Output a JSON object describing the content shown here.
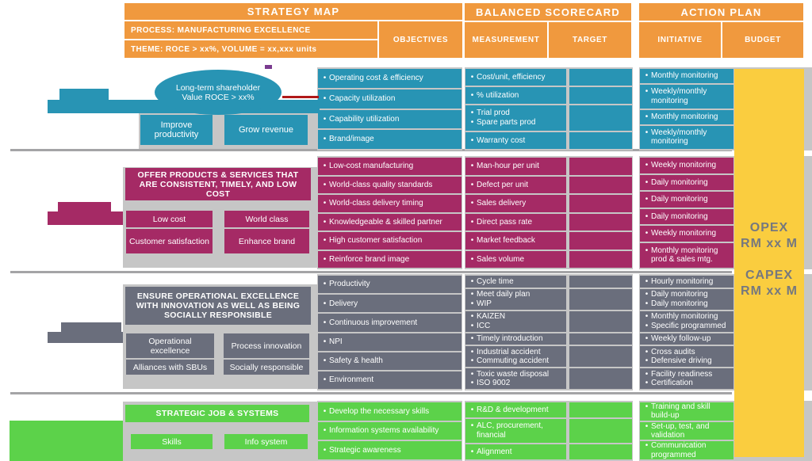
{
  "colors": {
    "orange": "#F0993E",
    "panel": "#C6C6C6",
    "separator": "#A4A4A6",
    "yellow": "#FACD3F",
    "budget-text": "#75787F",
    "connector-red": "#B01818",
    "connector-purple": "#7A3B8F"
  },
  "headers": {
    "strategy_map": {
      "title": "STRATEGY MAP",
      "process": "PROCESS: MANUFACTURING EXCELLENCE",
      "theme": "THEME: ROCE > xx%, VOLUME = xx,xxx units",
      "objectives_label": "OBJECTIVES"
    },
    "balanced_scorecard": {
      "title": "BALANCED SCORECARD",
      "measurement_label": "MEASUREMENT",
      "target_label": "TARGET"
    },
    "action_plan": {
      "title": "ACTION PLAN",
      "initiative_label": "INITIATIVE",
      "budget_label": "BUDGET"
    }
  },
  "budget": {
    "opex_label": "OPEX",
    "opex_value": "RM xx M",
    "capex_label": "CAPEX",
    "capex_value": "RM xx M"
  },
  "sections": [
    {
      "name": "financial",
      "color": "#2894B4",
      "map": {
        "focus": "Long-term shareholder Value ROCE > xx%",
        "boxes": [
          "Improve productivity",
          "Grow revenue"
        ]
      },
      "objectives": [
        [
          "Operating cost & efficiency"
        ],
        [
          "Capacity utilization"
        ],
        [
          "Capability utilization"
        ],
        [
          "Brand/image"
        ]
      ],
      "scorecard": [
        {
          "measurement": [
            "Cost/unit, efficiency"
          ],
          "target": ""
        },
        {
          "measurement": [
            "% utilization"
          ],
          "target": ""
        },
        {
          "measurement": [
            "Trial prod",
            "Spare parts prod"
          ],
          "target": ""
        },
        {
          "measurement": [
            "Warranty cost"
          ],
          "target": ""
        }
      ],
      "initiatives": [
        [
          "Monthly monitoring"
        ],
        [
          "Weekly/monthly monitoring"
        ],
        [
          "Monthly monitoring"
        ],
        [
          "Weekly/monthly monitoring"
        ]
      ]
    },
    {
      "name": "customer",
      "color": "#A52A65",
      "map": {
        "statement": "OFFER PRODUCTS & SERVICES THAT ARE CONSISTENT, TIMELY, AND LOW COST",
        "boxes": [
          "Low cost",
          "World class",
          "Customer satisfaction",
          "Enhance brand"
        ]
      },
      "objectives": [
        [
          "Low-cost manufacturing"
        ],
        [
          "World-class quality standards"
        ],
        [
          "World-class delivery timing"
        ],
        [
          "Knowledgeable & skilled partner"
        ],
        [
          "High customer satisfaction"
        ],
        [
          "Reinforce brand image"
        ]
      ],
      "scorecard": [
        {
          "measurement": [
            "Man-hour per unit"
          ],
          "target": ""
        },
        {
          "measurement": [
            "Defect per unit"
          ],
          "target": ""
        },
        {
          "measurement": [
            "Sales delivery"
          ],
          "target": ""
        },
        {
          "measurement": [
            "Direct pass rate"
          ],
          "target": ""
        },
        {
          "measurement": [
            "Market feedback"
          ],
          "target": ""
        },
        {
          "measurement": [
            "Sales volume"
          ],
          "target": ""
        }
      ],
      "initiatives": [
        [
          "Weekly monitoring"
        ],
        [
          "Daily monitoring"
        ],
        [
          "Daily monitoring"
        ],
        [
          "Daily monitoring"
        ],
        [
          "Weekly monitoring"
        ],
        [
          "Monthly monitoring prod & sales mtg."
        ]
      ]
    },
    {
      "name": "internal-process",
      "color": "#6A6E7C",
      "map": {
        "statement": "ENSURE OPERATIONAL EXCELLENCE WITH INNOVATION AS WELL AS BEING SOCIALLY RESPONSIBLE",
        "boxes": [
          "Operational excellence",
          "Process innovation",
          "Alliances with SBUs",
          "Socially responsible"
        ]
      },
      "objectives": [
        [
          "Productivity"
        ],
        [
          "Delivery"
        ],
        [
          "Continuous improvement"
        ],
        [
          "NPI"
        ],
        [
          "Safety & health"
        ],
        [
          "Environment"
        ]
      ],
      "scorecard": [
        {
          "measurement": [
            "Cycle time"
          ],
          "target": ""
        },
        {
          "measurement": [
            "Meet daily plan",
            "WIP"
          ],
          "target": ""
        },
        {
          "measurement": [
            "KAIZEN",
            "ICC"
          ],
          "target": ""
        },
        {
          "measurement": [
            "Timely introduction"
          ],
          "target": ""
        },
        {
          "measurement": [
            "Industrial accident",
            "Commuting accident"
          ],
          "target": ""
        },
        {
          "measurement": [
            "Toxic waste disposal",
            "ISO 9002"
          ],
          "target": ""
        }
      ],
      "initiatives": [
        [
          "Hourly monitoring"
        ],
        [
          "Daily monitoring",
          "Daily monitoring"
        ],
        [
          "Monthly monitoring",
          "Specific programmed"
        ],
        [
          "Weekly follow-up"
        ],
        [
          "Cross audits",
          "Defensive driving"
        ],
        [
          "Facility readiness",
          "Certification"
        ]
      ]
    },
    {
      "name": "learning-growth",
      "color": "#5CD24A",
      "map": {
        "statement": "STRATEGIC JOB & SYSTEMS",
        "boxes": [
          "Skills",
          "Info system"
        ]
      },
      "objectives": [
        [
          "Develop the necessary skills"
        ],
        [
          "Information systems availability"
        ],
        [
          "Strategic awareness"
        ]
      ],
      "scorecard": [
        {
          "measurement": [
            "R&D & development"
          ],
          "target": ""
        },
        {
          "measurement": [
            "ALC, procurement, financial"
          ],
          "target": ""
        },
        {
          "measurement": [
            "Alignment"
          ],
          "target": ""
        }
      ],
      "initiatives": [
        [
          "Training and skill build-up"
        ],
        [
          "Set-up, test, and validation"
        ],
        [
          "Communication programmed"
        ]
      ]
    }
  ]
}
